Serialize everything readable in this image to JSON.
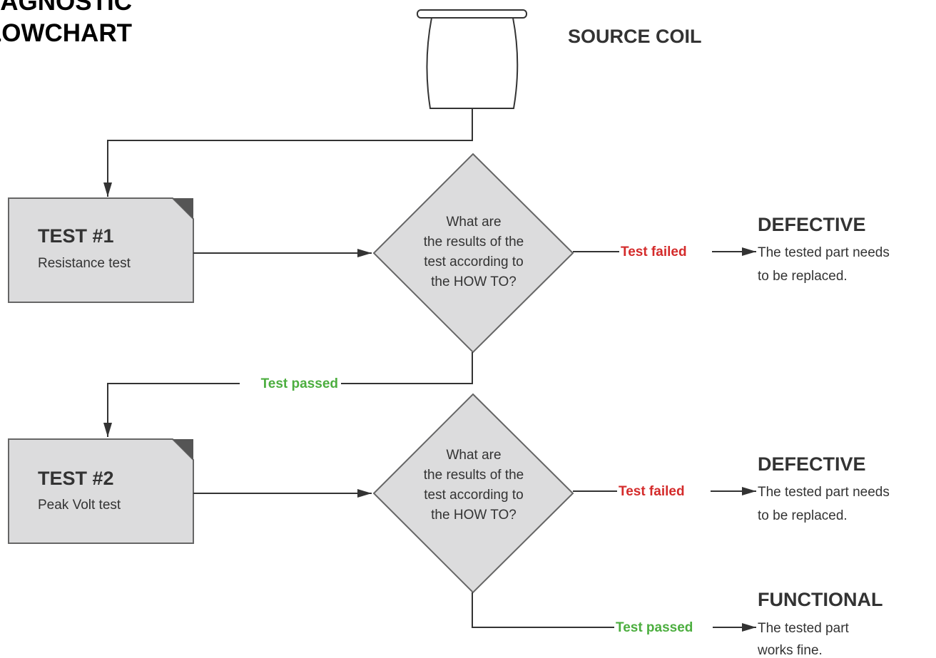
{
  "title": {
    "line1": "DIAGNOSTIC",
    "line2": "FLOWCHART"
  },
  "source": {
    "label": "SOURCE COIL"
  },
  "tests": [
    {
      "title": "TEST #1",
      "subtitle": "Resistance test"
    },
    {
      "title": "TEST #2",
      "subtitle": "Peak Volt test"
    }
  ],
  "decisions": [
    {
      "lines": [
        "What are",
        "the results of the",
        "test according to",
        "the HOW TO?"
      ]
    },
    {
      "lines": [
        "What are",
        "the results of the",
        "test according to",
        "the HOW TO?"
      ]
    }
  ],
  "edge_labels": {
    "failed_1": "Test failed",
    "passed_1": "Test passed",
    "failed_2": "Test failed",
    "passed_2": "Test passed"
  },
  "results": [
    {
      "title": "DEFECTIVE",
      "lines": [
        "The tested part needs",
        "to be replaced."
      ]
    },
    {
      "title": "DEFECTIVE",
      "lines": [
        "The tested part needs",
        "to be replaced."
      ]
    },
    {
      "title": "FUNCTIONAL",
      "lines": [
        "The tested part",
        "works fine."
      ]
    }
  ],
  "colors": {
    "failed": "#d42b2b",
    "passed": "#4cae3f",
    "node_fill": "#dcdcdd",
    "node_stroke": "#666666",
    "fold": "#555555",
    "line": "#333333"
  }
}
